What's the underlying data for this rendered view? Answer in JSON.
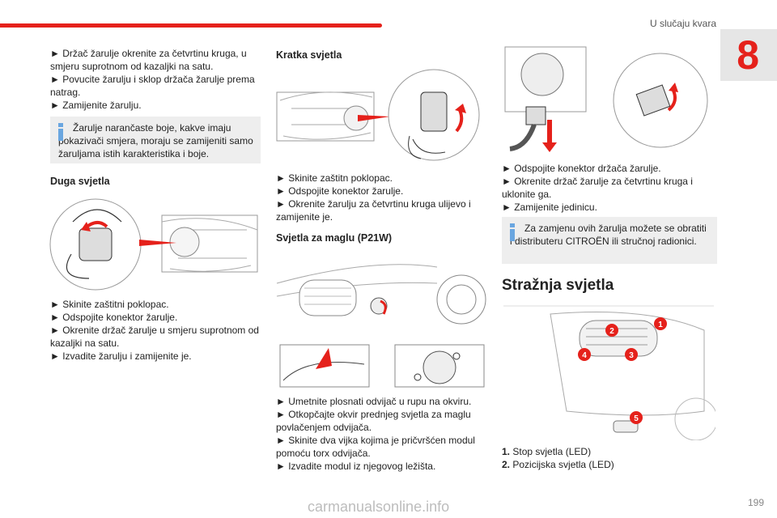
{
  "header": {
    "section_title": "U slučaju kvara",
    "chapter": "8"
  },
  "col1": {
    "steps_top": [
      "► Držač žarulje okrenite za četvrtinu kruga, u smjeru suprotnom od kazaljki na satu.",
      "► Povucite žarulju i sklop držača žarulje prema natrag.",
      "► Zamijenite žarulju."
    ],
    "info": "Žarulje narančaste boje, kakve imaju pokazivači smjera, moraju se zamijeniti samo žaruljama istih karakteristika i boje.",
    "heading": "Duga svjetla",
    "steps_bottom": [
      "► Skinite zaštitni poklopac.",
      "► Odspojite konektor žarulje.",
      "► Okrenite držač žarulje u smjeru suprotnom od kazaljki na satu.",
      "► Izvadite žarulju i zamijenite je."
    ]
  },
  "col2": {
    "heading1": "Kratka svjetla",
    "steps1": [
      "► Skinite zaštitn poklopac.",
      "► Odspojite konektor žarulje.",
      "► Okrenite žarulju za četvrtinu kruga ulijevo i zamijenite je."
    ],
    "heading2": "Svjetla za maglu (P21W)",
    "steps2": [
      "► Umetnite plosnati odvijač u rupu na okviru.",
      "► Otkopčajte okvir prednjeg svjetla za maglu povlačenjem odvijača.",
      "► Skinite dva vijka kojima je pričvršćen modul pomoću torx odvijača.",
      "► Izvadite modul iz njegovog ležišta."
    ]
  },
  "col3": {
    "steps": [
      "► Odspojite konektor držača žarulje.",
      "► Okrenite držač žarulje za četvrtinu kruga i uklonite ga.",
      "► Zamijenite jedinicu."
    ],
    "info": "Za zamjenu ovih žarulja možete se obratiti i distributeru CITROËN ili stručnoj radionici.",
    "big_heading": "Stražnja svjetla",
    "callouts": [
      "1",
      "2",
      "3",
      "4",
      "5"
    ],
    "legend": [
      {
        "num": "1.",
        "label": "Stop svjetla (LED)"
      },
      {
        "num": "2.",
        "label": "Pozicijska svjetla (LED)"
      }
    ]
  },
  "footer": {
    "page": "199",
    "watermark": "carmanualsonline.info"
  },
  "colors": {
    "accent": "#e5211b",
    "info_icon": "#6aa6e0",
    "info_bg": "#eeeeee"
  }
}
